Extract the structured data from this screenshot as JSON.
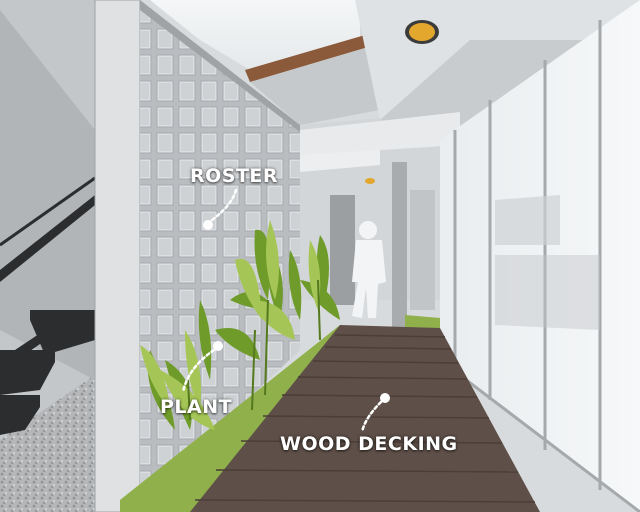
{
  "annotations": {
    "roster": "ROSTER",
    "plant": "PLANT",
    "wood_decking": "WOOD DECKING"
  },
  "colors": {
    "label_text": "#ffffff",
    "decking": "#5e4f48",
    "grass": "#8fb04a",
    "wall": "#c9ccce",
    "downlight": "#e3a72e"
  }
}
